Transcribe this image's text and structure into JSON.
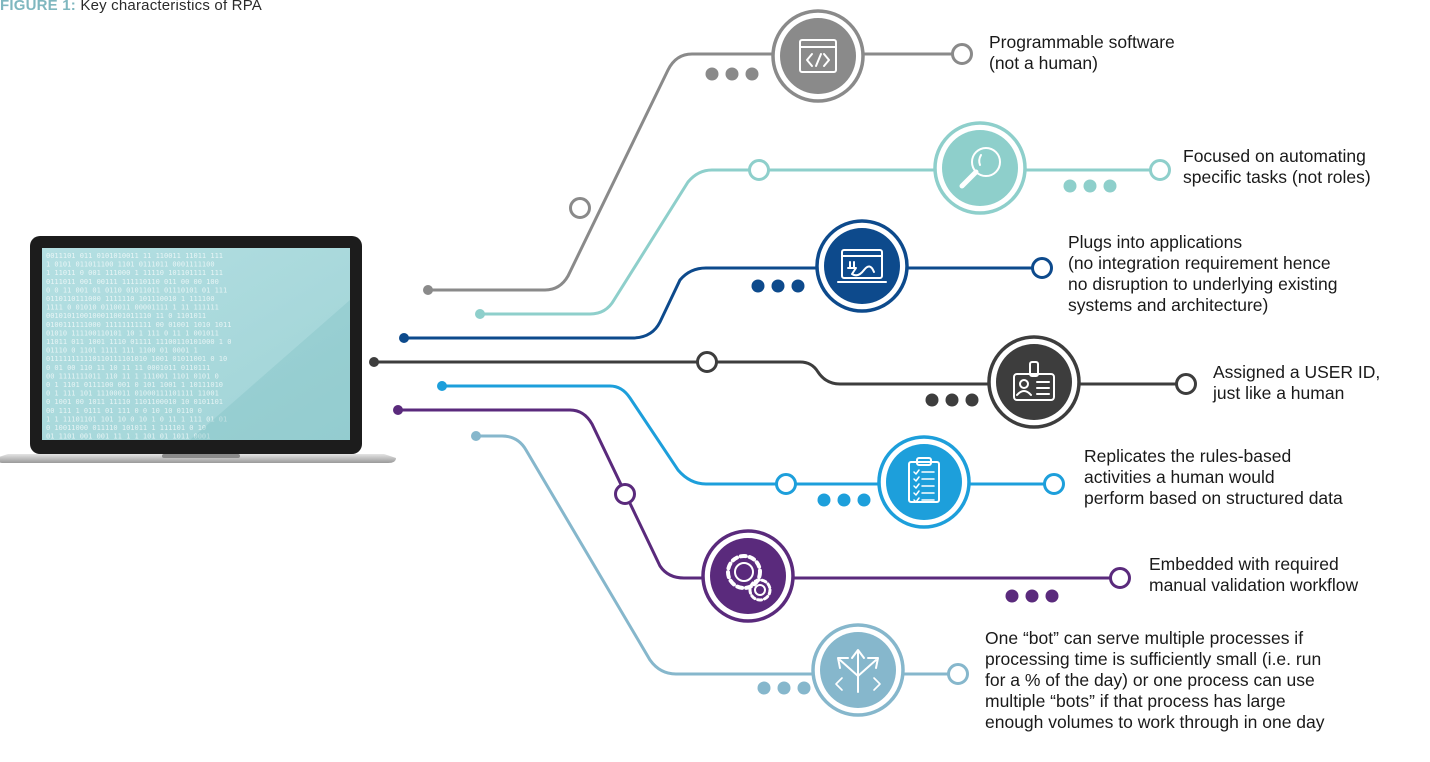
{
  "figure": {
    "label": "FIGURE 1:",
    "title": "Key characteristics of RPA",
    "label_color": "#7fb7bf",
    "title_color": "#2a2a2a"
  },
  "characteristics": [
    {
      "text": "Programmable software\n(not a human)",
      "color": "#8a8a8a",
      "icon": "code-window-icon"
    },
    {
      "text": "Focused on automating\nspecific tasks (not roles)",
      "color": "#8ecfcb",
      "icon": "magnifier-icon"
    },
    {
      "text": "Plugs into applications\n(no integration requirement hence\nno disruption to underlying existing\nsystems and architecture)",
      "color": "#0d4a8c",
      "icon": "plug-window-icon"
    },
    {
      "text": "Assigned a USER ID,\njust like a human",
      "color": "#3d3d3d",
      "icon": "id-badge-icon"
    },
    {
      "text": "Replicates the rules-based\nactivities a human would\nperform based on structured data",
      "color": "#1d9fdb",
      "icon": "clipboard-checklist-icon"
    },
    {
      "text": "Embedded with required\nmanual validation workflow",
      "color": "#5a2a7c",
      "icon": "gears-icon"
    },
    {
      "text": "One “bot” can serve multiple processes if\nprocessing time is sufficiently small (i.e. run\nfor a % of the day) or one process can use\nmultiple “bots” if that process has large\nenough volumes to work through in one day",
      "color": "#86b7cc",
      "icon": "diverging-arrows-icon"
    }
  ],
  "laptop_icon": "laptop-icon",
  "laptop_screen_color": "#a8d8dc"
}
